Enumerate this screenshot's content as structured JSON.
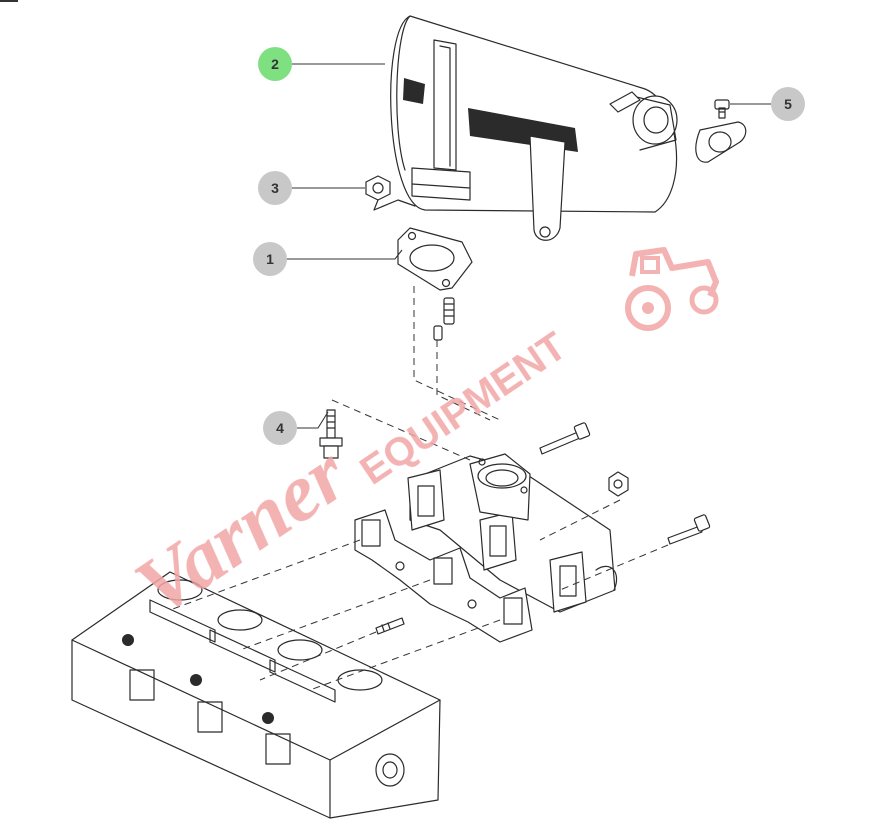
{
  "callouts": [
    {
      "id": "1",
      "label": "1",
      "color": "#c8c8c8"
    },
    {
      "id": "2",
      "label": "2",
      "color": "#7ee081"
    },
    {
      "id": "3",
      "label": "3",
      "color": "#c8c8c8"
    },
    {
      "id": "4",
      "label": "4",
      "color": "#c8c8c8"
    },
    {
      "id": "5",
      "label": "5",
      "color": "#c8c8c8"
    }
  ],
  "watermark": {
    "script_text": "Varner",
    "block_text": "EQUIPMENT",
    "color": "#f2a6a6",
    "icon": "tractor-icon"
  },
  "colors": {
    "line": "#2b2b2b",
    "highlight": "#7ee081",
    "callout_gray": "#c8c8c8"
  }
}
